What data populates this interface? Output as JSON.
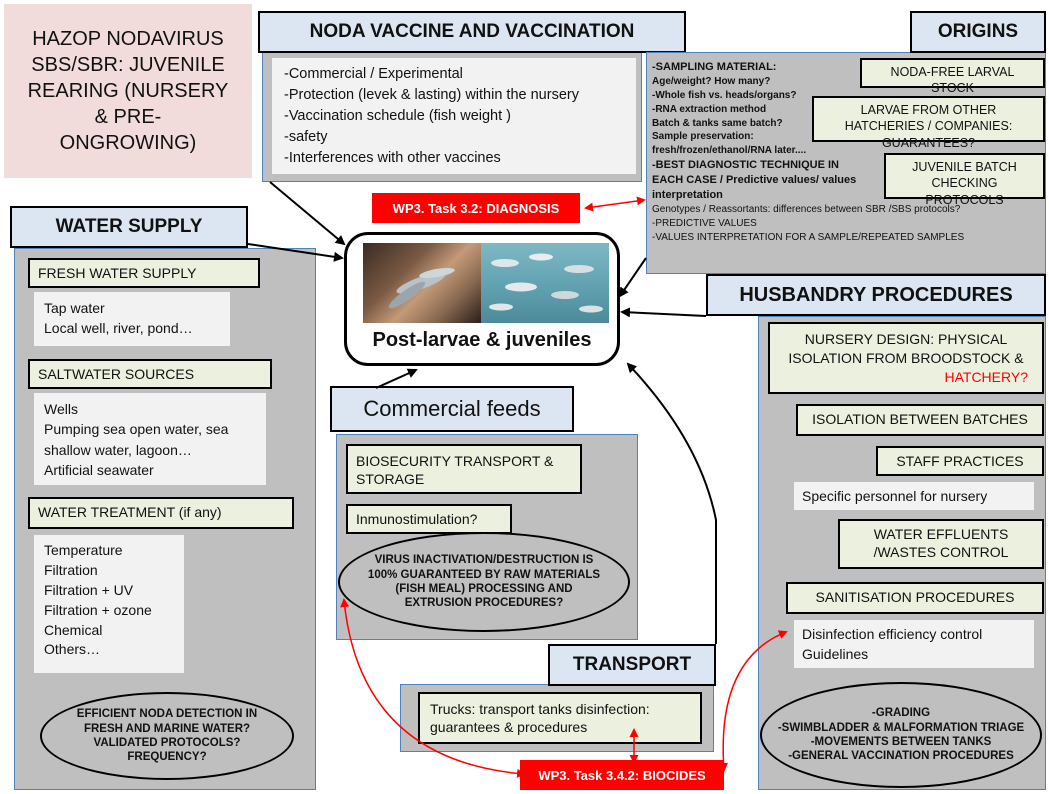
{
  "title": {
    "lines": [
      "HAZOP NODAVIRUS",
      "SBS/SBR: JUVENILE",
      "REARING (NURSERY",
      "& PRE-",
      "ONGROWING)"
    ]
  },
  "vaccine": {
    "header": "NODA VACCINE AND VACCINATION",
    "items": [
      "-Commercial / Experimental",
      "-Protection  (levek & lasting) within the nursery",
      "-Vaccination schedule (fish weight )",
      "-safety",
      "-Interferences with other vaccines"
    ]
  },
  "origins": {
    "header": "ORIGINS",
    "sampling_lines": [
      "-SAMPLING MATERIAL:",
      "Age/weight? How many?",
      "-Whole fish vs. heads/organs?",
      "-RNA extraction method",
      "Batch & tanks same batch?",
      "Sample preservation:",
      "fresh/frozen/ethanol/RNA later....",
      "-BEST DIAGNOSTIC TECHNIQUE IN",
      "EACH CASE / Predictive values/ values",
      "interpretation",
      "Genotypes / Reassortants: differences between SBR /SBS protocols?",
      "-PREDICTIVE  VALUES",
      "-VALUES INTERPRETATION  FOR A SAMPLE/REPEATED SAMPLES"
    ],
    "boxes": [
      "NODA-FREE LARVAL STOCK",
      "LARVAE FROM OTHER HATCHERIES / COMPANIES: GUARANTEES?",
      "JUVENILE BATCH CHECKING PROTOCOLS"
    ]
  },
  "diagnosis_tag": "WP3. Task 3.2: DIAGNOSIS",
  "biocides_tag": "WP3. Task 3.4.2: BIOCIDES",
  "center": {
    "label": "Post-larvae & juveniles"
  },
  "water": {
    "header": "WATER SUPPLY",
    "fresh": {
      "title": "FRESH WATER SUPPLY",
      "items": [
        "Tap water",
        "Local well, river, pond…"
      ]
    },
    "salt": {
      "title": "SALTWATER SOURCES",
      "items": [
        "Wells",
        "Pumping sea open water, sea",
        "shallow water, lagoon…",
        "Artificial seawater"
      ]
    },
    "treatment": {
      "title": "WATER TREATMENT (if any)",
      "items": [
        "Temperature",
        "Filtration",
        "Filtration + UV",
        "Filtration + ozone",
        "Chemical",
        "Others…"
      ]
    },
    "ellipse": "EFFICIENT NODA DETECTION IN FRESH AND MARINE WATER? VALIDATED PROTOCOLS? FREQUENCY?"
  },
  "feeds": {
    "header": "Commercial feeds",
    "biosecurity": "BIOSECURITY TRANSPORT & STORAGE",
    "immuno": "Inmunostimulation?",
    "ellipse": "VIRUS INACTIVATION/DESTRUCTION IS 100% GUARANTEED BY RAW MATERIALS (FISH MEAL) PROCESSING AND EXTRUSION PROCEDURES?"
  },
  "transport": {
    "header": "TRANSPORT",
    "trucks_lines": [
      "Trucks: transport tanks disinfection:",
      "guarantees & procedures"
    ]
  },
  "husbandry": {
    "header": "HUSBANDRY PROCEDURES",
    "nursery_lines": [
      "NURSERY DESIGN:  PHYSICAL",
      "ISOLATION FROM BROODSTOCK &"
    ],
    "nursery_red": "HATCHERY?",
    "isolation": "ISOLATION BETWEEN BATCHES",
    "staff": "STAFF PRACTICES",
    "staff_detail": "Specific personnel  for nursery",
    "effluents_lines": [
      "WATER EFFLUENTS",
      "/WASTES CONTROL"
    ],
    "sanitisation": "SANITISATION PROCEDURES",
    "disinfection_lines": [
      "Disinfection efficiency control",
      "Guidelines"
    ],
    "ellipse_lines": [
      "-GRADING",
      "-SWIMBLADDER & MALFORMATION TRIAGE",
      "-MOVEMENTS BETWEEN TANKS",
      "-GENERAL VACCINATION PROCEDURES"
    ]
  },
  "colors": {
    "accent_red": "#ff0000",
    "header_blue": "#dce6f2",
    "panel_grey": "#bfbfbf",
    "label_cream": "#ebf1de",
    "title_pink": "#f2dcdb"
  }
}
